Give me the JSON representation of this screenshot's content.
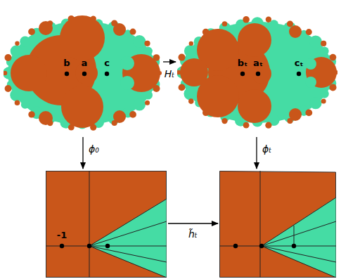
{
  "diagram": {
    "nodes": [
      {
        "text": [
          "b",
          "a",
          "c"
        ]
      },
      {
        "text": [
          "bₜ",
          "aₜ",
          "cₜ"
        ]
      },
      {
        "text": [
          "-1"
        ]
      },
      {
        "text": []
      }
    ],
    "edges": [
      {
        "from": 0,
        "to": 1,
        "arrow": "to",
        "label": "Hₜ"
      },
      {
        "from": 0,
        "to": 2,
        "arrow": "to",
        "label": "ϕ₀"
      },
      {
        "from": 1,
        "to": 3,
        "arrow": "to",
        "label": "ϕₜ"
      },
      {
        "from": 2,
        "to": 3,
        "arrow": "to",
        "label": "h̃ₜ"
      }
    ]
  }
}
